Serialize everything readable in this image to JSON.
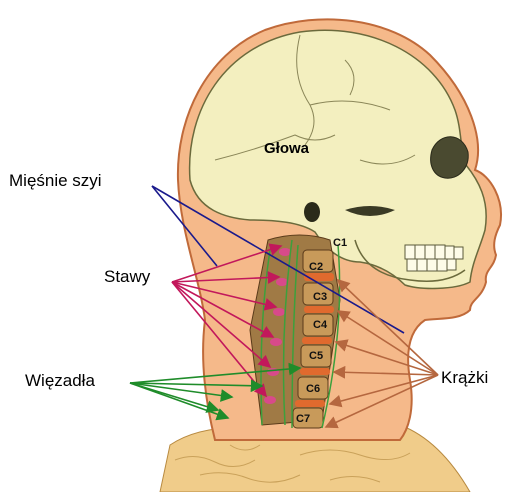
{
  "labels": {
    "head": "Głowa",
    "muscles": "Mięśnie szyi",
    "joints": "Stawy",
    "ligaments": "Więzadła",
    "discs": "Krążki"
  },
  "vertebrae": [
    "C1",
    "C2",
    "C3",
    "C4",
    "C5",
    "C6",
    "C7"
  ],
  "colors": {
    "skin": "#f5b98a",
    "skin_dark": "#c06a3a",
    "skull": "#f3efbf",
    "shoulder": "#f0cc8a",
    "muscle_line": "#1a1a8c",
    "joint_arrow": "#c2185b",
    "ligament_arrow": "#1f8c2a",
    "disc_arrow": "#b5673f",
    "disc": "#e06a2e",
    "ligament_outline": "#3ca03c"
  }
}
